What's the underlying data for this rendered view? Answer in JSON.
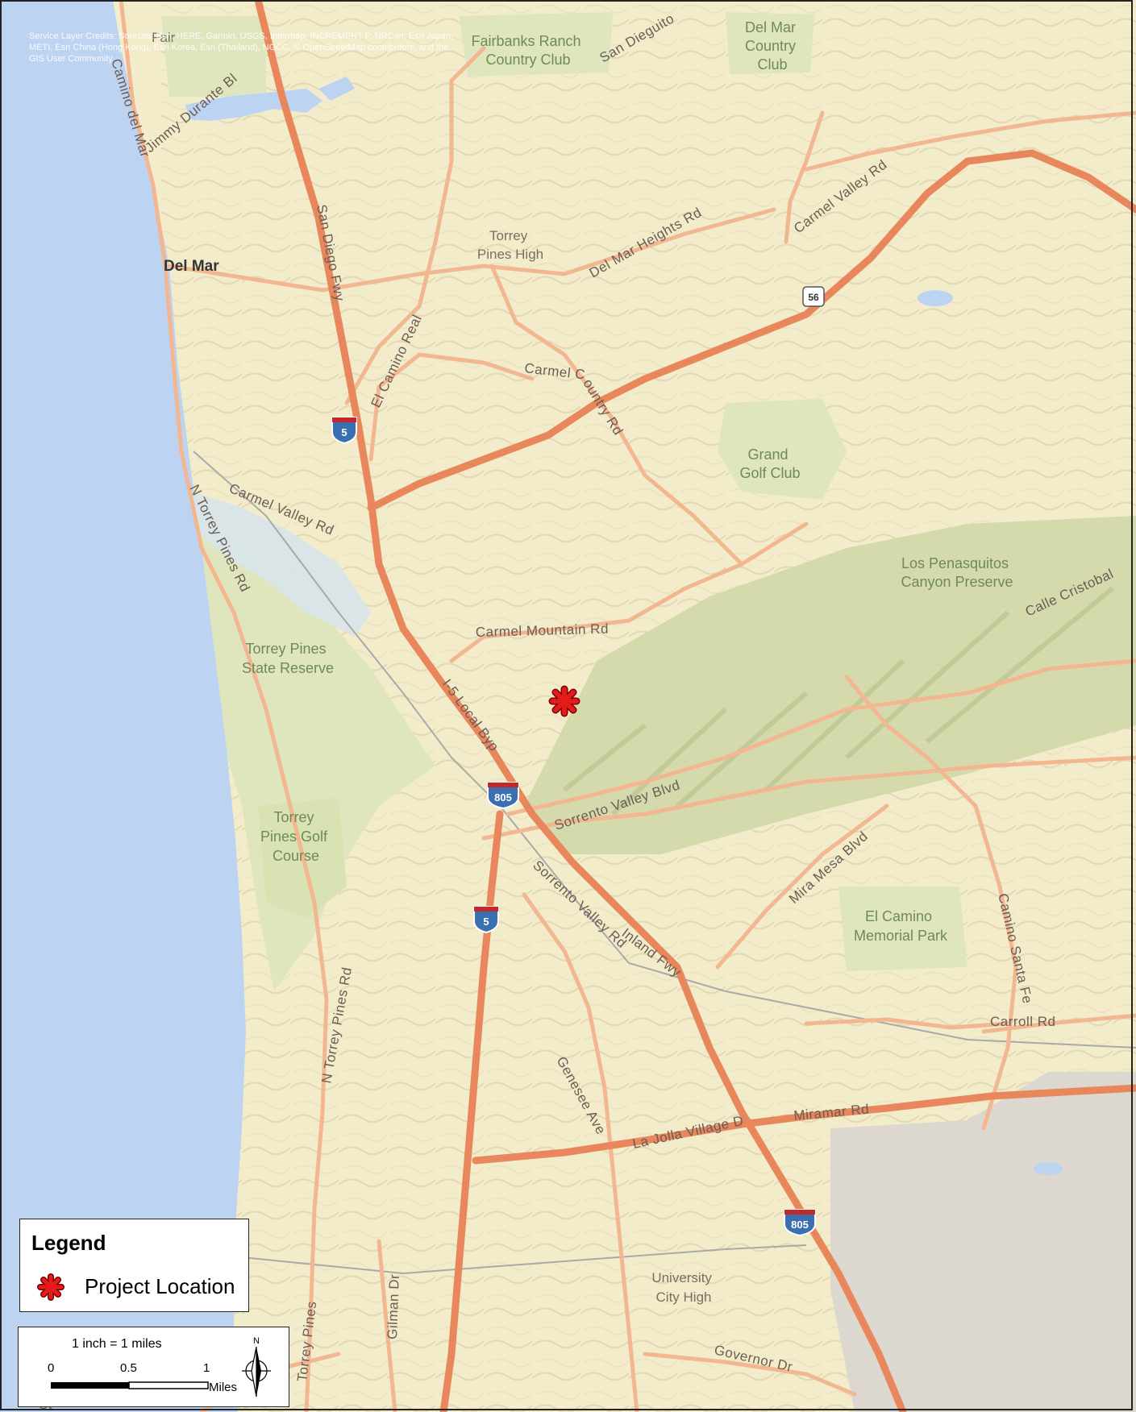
{
  "credits": "Service Layer Credits: Sources: Esri, HERE, Garmin, USGS, Intermap, INCREMENT P, NRCan, Esri Japan, METI, Esri China (Hong Kong), Esri Korea, Esri (Thailand), NGCC, © OpenStreetMap contributors, and the GIS User Community",
  "colors": {
    "ocean": "#bcd4f2",
    "land": "#f3eccb",
    "park": "#dfe6bd",
    "major_road": "#e8875c",
    "arterial": "#f2b791",
    "project_marker": "#e31b1b"
  },
  "places": {
    "del_mar": "Del Mar",
    "fairbanks": [
      "Fairbanks Ranch",
      "Country Club"
    ],
    "del_mar_cc": [
      "Del Mar",
      "Country",
      "Club"
    ],
    "torrey_high": [
      "Torrey",
      "Pines High"
    ],
    "grand_golf": [
      "Grand",
      "Golf Club"
    ],
    "los_penasquitos": [
      "Los Penasquitos",
      "Canyon Preserve"
    ],
    "torrey_reserve": [
      "Torrey Pines",
      "State Reserve"
    ],
    "torrey_golf": [
      "Torrey",
      "Pines Golf",
      "Course"
    ],
    "el_camino_park": [
      "El Camino",
      "Memorial Park"
    ],
    "university_high": [
      "University",
      "City High"
    ],
    "esri_fair": "Fair"
  },
  "roads": {
    "san_dieguito": "San Dieguito",
    "jimmy_durante": "Jimmy Durante Bl",
    "camino_del_mar": "Camino del Mar",
    "san_diego_fwy": "San Diego Fwy",
    "carmel_valley_rd_ne": "Carmel Valley Rd",
    "del_mar_heights": "Del Mar Heights Rd",
    "el_camino_real": "El Camino Real",
    "carmel_country": "Carmel Country Rd",
    "carmel_valley_rd_w": "Carmel Valley Rd",
    "n_torrey_pines_rd_top": "N Torrey Pines Rd",
    "carmel_mountain": "Carmel Mountain Rd",
    "calle_cristobal": "Calle Cristobal",
    "i5_local_byp": "I-5 Local Byp",
    "sorrento_valley_blvd": "Sorrento Valley Blvd",
    "mira_mesa": "Mira Mesa Blvd",
    "sorrento_valley_rd": "Sorrento Valley Rd",
    "inland_fwy": "Inland Fwy",
    "camino_santa_fe": "Camino Santa Fe",
    "carroll_rd": "Carroll Rd",
    "n_torrey_pines_rd_bottom": "N Torrey Pines Rd",
    "genesee": "Genesee Ave",
    "la_jolla_village": "La Jolla Village Dr",
    "miramar": "Miramar Rd",
    "gilman": "Gilman Dr",
    "torrey_pines_rd_sw": "Torrey Pines Rd",
    "governor": "Governor Dr",
    "st_fragment": "St"
  },
  "shields": {
    "i5_north": "5",
    "i5_south": "5",
    "i805_north": "805",
    "i805_south": "805",
    "sr56": "56"
  },
  "legend": {
    "title": "Legend",
    "item_label": "Project Location"
  },
  "scale": {
    "ratio_text": "1 inch = 1 miles",
    "ticks": [
      "0",
      "0.5",
      "1"
    ],
    "units": "Miles",
    "north_label": "N"
  }
}
